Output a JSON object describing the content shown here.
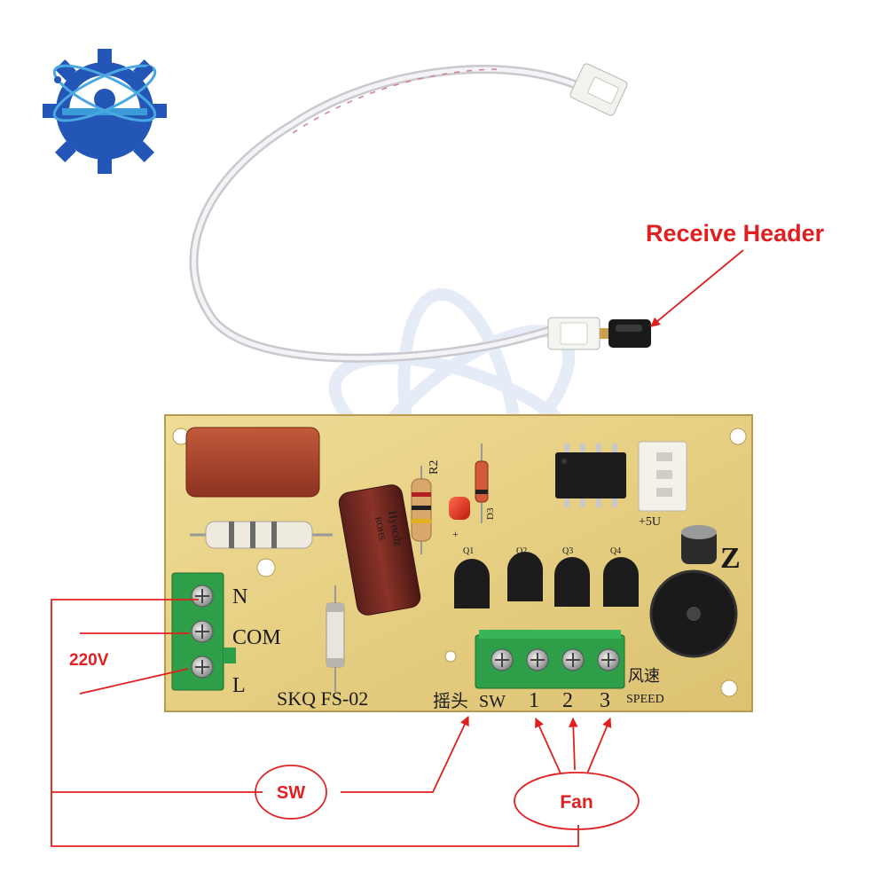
{
  "annotations": {
    "receive_header": "Receive Header",
    "voltage": "220V",
    "switch_bubble": "SW",
    "fan_bubble": "Fan"
  },
  "board": {
    "model": "SKQ  FS-02",
    "power_terminals": [
      "N",
      "COM",
      "L"
    ],
    "output_labels": {
      "oscillate_cn": "摇头",
      "sw": "SW",
      "speed_1": "1",
      "speed_2": "2",
      "speed_3": "3",
      "speed_cn": "风速",
      "speed": "SPEED"
    },
    "silkscreen": {
      "r2": "R2",
      "d3": "D3",
      "plus5v": "+5U",
      "q1": "Q1",
      "q2": "Q2",
      "q3": "Q3",
      "q4": "Q4",
      "cap_brand": "Hyncdz",
      "cap_rohs": "ROHS",
      "z_mark": "Z"
    }
  },
  "colors": {
    "annotation": "#e02020",
    "board": "#e9d48a",
    "terminal_green": "#2e9e48",
    "logo_blue": "#2456b8"
  },
  "icons": [
    "atom-gear-logo-icon",
    "atom-watermark-icon"
  ]
}
